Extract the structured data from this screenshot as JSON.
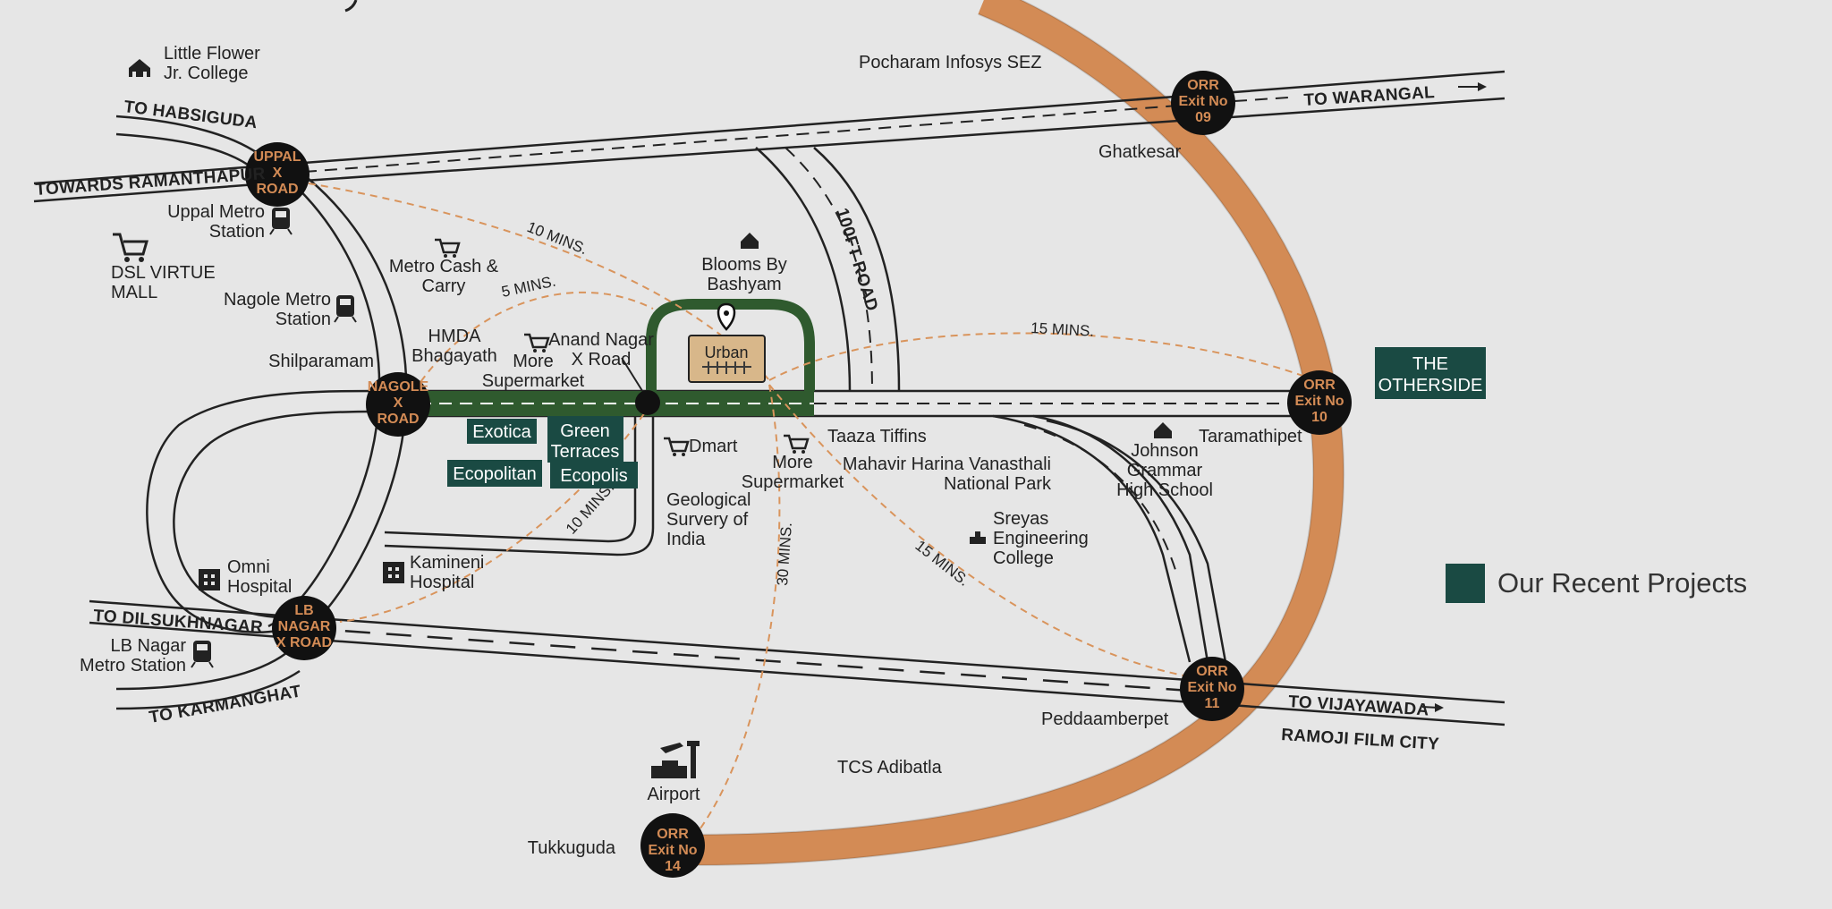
{
  "colors": {
    "background": "#e6e6e6",
    "orr": "#d38b55",
    "project": "#1a4a43",
    "accent_route": "#2f5a2e",
    "dashed_time": "#d9945c",
    "node": "#111111"
  },
  "roads": {
    "to_habsiguda": "TO HABSIGUDA",
    "towards_ramanthapur": "TOWARDS RAMANTHAPUR",
    "to_warangal": "TO WARANGAL",
    "to_dilsukhnagar": "TO DILSUKHNAGAR",
    "to_karmanghat": "TO KARMANGHAT",
    "to_vijayawada": "TO VIJAYAWADA",
    "ramoji": "RAMOJI FILM CITY",
    "ft100": "100FT ROAD"
  },
  "nodes": {
    "uppal": [
      "UPPAL",
      "X",
      "ROAD"
    ],
    "nagole": [
      "NAGOLE",
      "X",
      "ROAD"
    ],
    "lbnagar": [
      "LB",
      "NAGAR",
      "X ROAD"
    ],
    "orr09": [
      "ORR",
      "Exit No",
      "09"
    ],
    "orr10": [
      "ORR",
      "Exit No",
      "10"
    ],
    "orr11": [
      "ORR",
      "Exit No",
      "11"
    ],
    "orr14": [
      "ORR",
      "Exit No",
      "14"
    ]
  },
  "places": {
    "little_flower": [
      "Little Flower",
      "Jr. College"
    ],
    "uppal_metro": [
      "Uppal Metro",
      "Station"
    ],
    "dsl_mall": [
      "DSL VIRTUE",
      "MALL"
    ],
    "metro_cash": [
      "Metro Cash &",
      "Carry"
    ],
    "nagole_metro": [
      "Nagole Metro",
      "Station"
    ],
    "hmda": [
      "HMDA",
      "Bhagayath"
    ],
    "shilparamam": "Shilparamam",
    "more_super_1": [
      "More",
      "Supermarket"
    ],
    "anand_nagar": [
      "Anand Nagar",
      "X Road"
    ],
    "blooms": [
      "Blooms By",
      "Bashyam"
    ],
    "pocharam": "Pocharam Infosys SEZ",
    "ghatkesar": "Ghatkesar",
    "taaza": "Taaza Tiffins",
    "dmart": "Dmart",
    "more_super_2": [
      "More",
      "Supermarket"
    ],
    "mahavir": [
      "Mahavir Harina Vanasthali",
      "National Park"
    ],
    "johnson": [
      "Johnson",
      "Grammar",
      "High School"
    ],
    "taramathipet": "Taramathipet",
    "geological": [
      "Geological",
      "Survery of",
      "India"
    ],
    "sreyas": [
      "Sreyas",
      "Engineering",
      "College"
    ],
    "omni": [
      "Omni",
      "Hospital"
    ],
    "kamineni": [
      "Kamineni",
      "Hospital"
    ],
    "lb_metro": [
      "LB Nagar",
      "Metro Station"
    ],
    "peddaamberpet": "Peddaamberpet",
    "tcs": "TCS Adibatla",
    "airport": "Airport",
    "tukkuguda": "Tukkuguda"
  },
  "times": {
    "uppal": "10 MINS.",
    "hmda": "5 MINS.",
    "orr10": "15 MINS.",
    "lbnagar": "10 MINS.",
    "airport": "30 MINS.",
    "orr11": "15 MINS."
  },
  "projects": {
    "exotica": "Exotica",
    "green_terraces": [
      "Green",
      "Terraces"
    ],
    "ecopolitan": "Ecopolitan",
    "ecopolis": "Ecopolis",
    "otherside": [
      "THE",
      "OTHERSIDE"
    ]
  },
  "urban_logo": "Urban",
  "legend": {
    "label": "Our Recent Projects"
  }
}
